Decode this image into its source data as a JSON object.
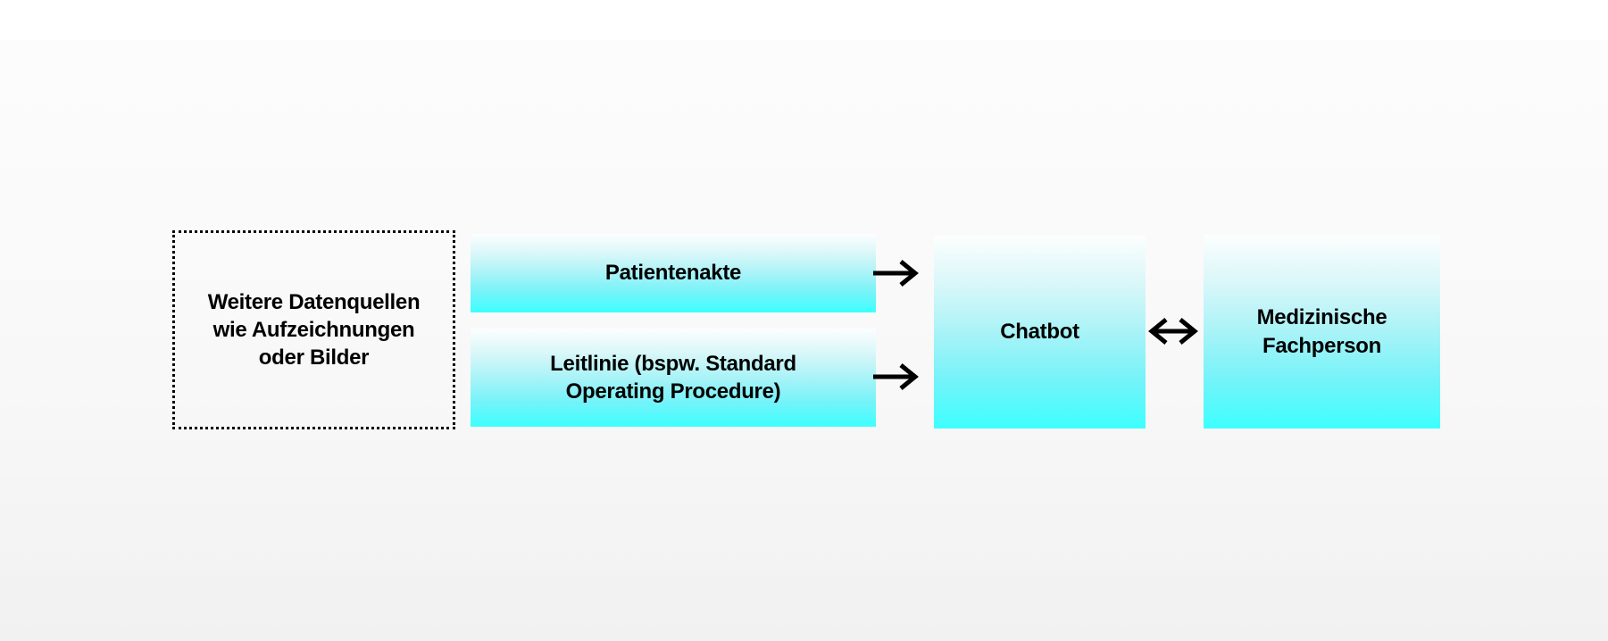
{
  "diagram": {
    "title": "Chatbot data flow diagram",
    "colors": {
      "box_gradient_top": "#fdfefe",
      "box_gradient_bottom": "#3dffff",
      "text": "#000000",
      "arrow": "#000000",
      "page_background_top": "#ffffff",
      "page_background_bottom": "#f1f1f1"
    },
    "nodes": [
      {
        "id": "data-sources",
        "style": "dotted-outline",
        "label": "Weitere Datenquellen\nwie Aufzeichnungen\noder Bilder"
      },
      {
        "id": "patient-record",
        "style": "gradient-fill",
        "label": "Patientenakte"
      },
      {
        "id": "guideline",
        "style": "gradient-fill",
        "label": "Leitlinie (bspw. Standard\nOperating Procedure)"
      },
      {
        "id": "chatbot",
        "style": "gradient-fill",
        "label": "Chatbot"
      },
      {
        "id": "professional",
        "style": "gradient-fill",
        "label": "Medizinische\nFachperson"
      }
    ],
    "connectors": [
      {
        "id": "arrow-patient-to-chatbot",
        "from": "patient-record",
        "to": "chatbot",
        "direction": "right"
      },
      {
        "id": "arrow-guideline-to-chatbot",
        "from": "guideline",
        "to": "chatbot",
        "direction": "right"
      },
      {
        "id": "arrow-chatbot-professional",
        "from": "chatbot",
        "to": "professional",
        "direction": "both"
      }
    ]
  }
}
